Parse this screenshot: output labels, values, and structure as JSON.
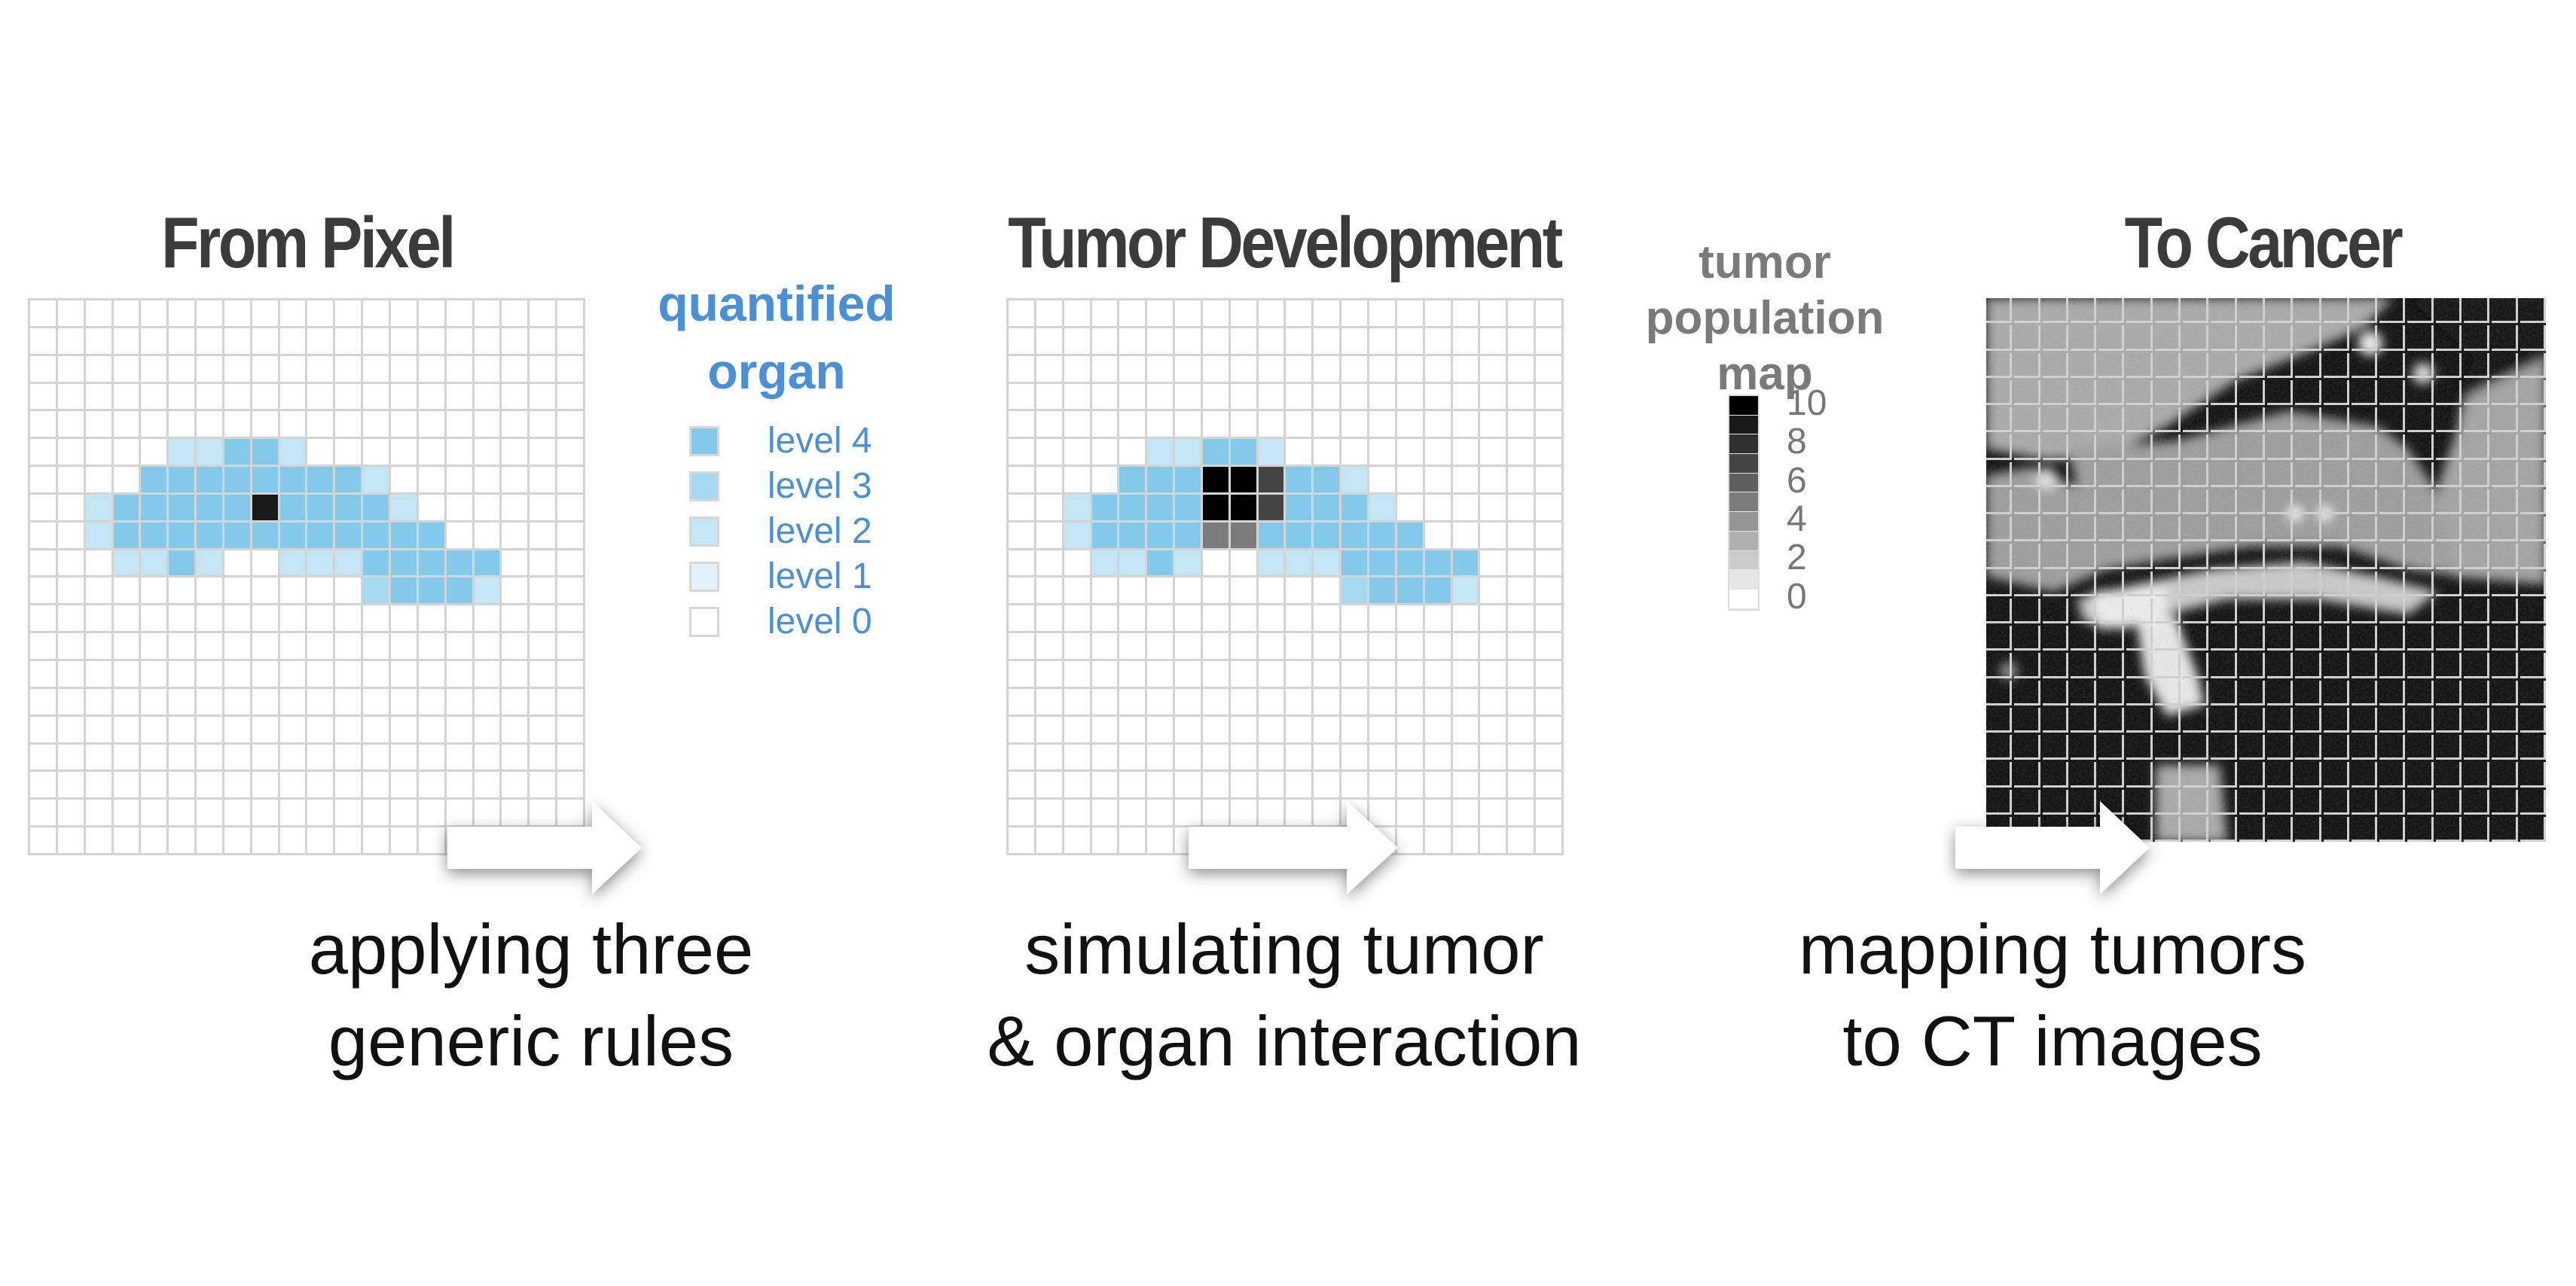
{
  "panels": {
    "left_title": "From Pixel",
    "middle_title": "Tumor Development",
    "right_title": "To Cancer"
  },
  "organ_legend": {
    "title_line1": "quantified",
    "title_line2": "organ",
    "color": "#4a90d9",
    "items": [
      {
        "label": "level 4",
        "level": 4,
        "color": "#83c9ea"
      },
      {
        "label": "level 3",
        "level": 3,
        "color": "#a4d9f1"
      },
      {
        "label": "level 2",
        "level": 2,
        "color": "#c3e5f4"
      },
      {
        "label": "level 1",
        "level": 1,
        "color": "#e1f2fa"
      },
      {
        "label": "level 0",
        "level": 0,
        "color": "#ffffff"
      }
    ]
  },
  "tumor_legend": {
    "title_line1": "tumor",
    "title_line2": "population",
    "title_line3": "map",
    "scale_colors": [
      "#000000",
      "#1a1a1a",
      "#303030",
      "#444444",
      "#5f5f5f",
      "#7b7b7b",
      "#959595",
      "#b0b0b0",
      "#cbcbcb",
      "#e5e5e5",
      "#ffffff"
    ],
    "tick_labels": [
      "10",
      "8",
      "6",
      "4",
      "2",
      "0"
    ]
  },
  "organ_grid": {
    "rows": 20,
    "cols": 20,
    "levels": [
      "00000000000000000000",
      "00000000000000000000",
      "00000000000000000000",
      "00000000000000000000",
      "00000000000000000000",
      "00000224420000000000",
      "00004444444420000000",
      "00244444444442000000",
      "00244444444444400000",
      "00022420022244444000",
      "00000000000034442000",
      "00000000000000000000",
      "00000000000000000000",
      "00000000000000000000",
      "00000000000000000000",
      "00000000000000000000",
      "00000000000000000000",
      "00000000000000000000",
      "00000000000000000000",
      "00000000000000000000"
    ]
  },
  "grid_left_tumor": [
    {
      "row": 7,
      "col": 8,
      "value": 9
    }
  ],
  "grid_middle_tumor": [
    {
      "row": 6,
      "col": 7,
      "value": 10
    },
    {
      "row": 6,
      "col": 8,
      "value": 10
    },
    {
      "row": 6,
      "col": 9,
      "value": 7
    },
    {
      "row": 7,
      "col": 7,
      "value": 10
    },
    {
      "row": 7,
      "col": 8,
      "value": 10
    },
    {
      "row": 7,
      "col": 9,
      "value": 7
    },
    {
      "row": 8,
      "col": 7,
      "value": 5
    },
    {
      "row": 8,
      "col": 8,
      "value": 5
    }
  ],
  "captions": {
    "left_line1": "applying three",
    "left_line2": "generic rules",
    "middle_line1": "simulating tumor",
    "middle_line2": "& organ interaction",
    "right_line1": "mapping tumors",
    "right_line2": "to CT images"
  }
}
